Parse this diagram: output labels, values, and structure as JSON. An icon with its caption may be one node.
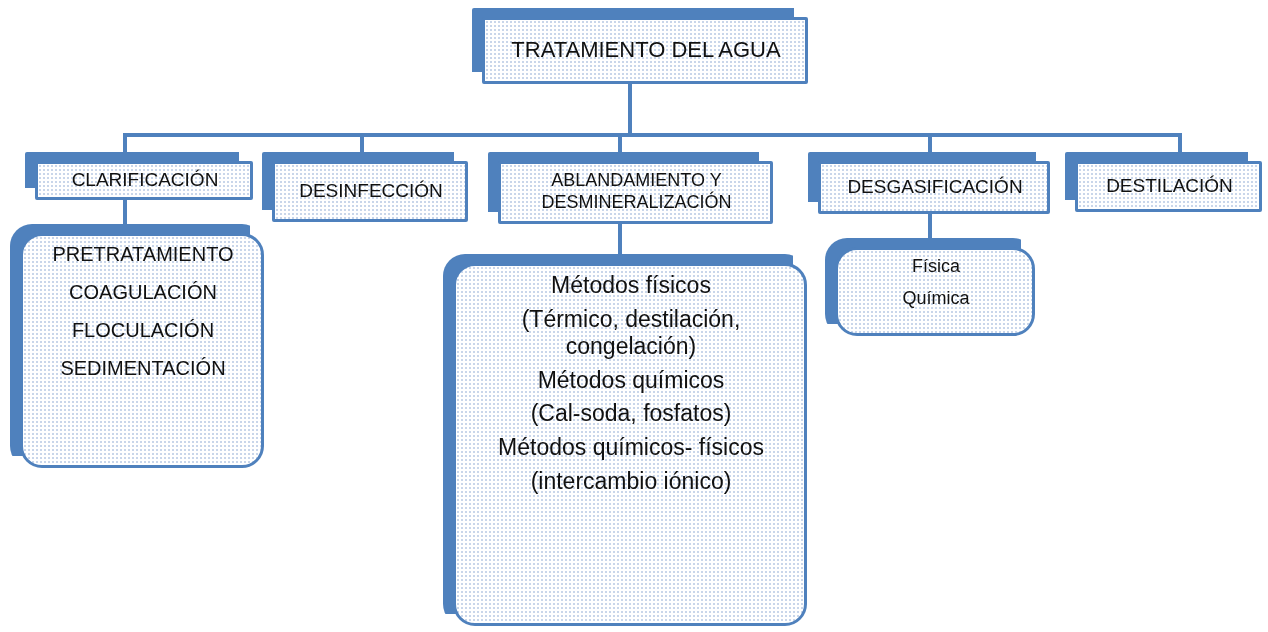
{
  "diagram": {
    "nodes": [
      {
        "text": [
          "TRATAMIENTO DEL AGUA"
        ]
      },
      {
        "text": [
          "CLARIFICACIÓN"
        ]
      },
      {
        "text": [
          "DESINFECCIÓN"
        ]
      },
      {
        "text": [
          "ABLANDAMIENTO  Y DESMINERALIZACIÓN"
        ]
      },
      {
        "text": [
          "DESGASIFICACIÓN"
        ]
      },
      {
        "text": [
          "DESTILACIÓN"
        ]
      },
      {
        "text": [
          "PRETRATAMIENTO",
          "COAGULACIÓN",
          "FLOCULACIÓN",
          "SEDIMENTACIÓN"
        ]
      },
      {
        "text": [
          "Métodos físicos",
          "(Térmico, destilación, congelación)",
          "Métodos químicos",
          "(Cal-soda, fosfatos)",
          "Métodos químicos- físicos",
          "(intercambio iónico)"
        ]
      },
      {
        "text": [
          "Física",
          "Química"
        ]
      }
    ],
    "edges": [
      {
        "from": 0,
        "to": 1,
        "arrow": "none"
      },
      {
        "from": 0,
        "to": 2,
        "arrow": "none"
      },
      {
        "from": 0,
        "to": 3,
        "arrow": "none"
      },
      {
        "from": 0,
        "to": 4,
        "arrow": "none"
      },
      {
        "from": 0,
        "to": 5,
        "arrow": "none"
      },
      {
        "from": 1,
        "to": 6,
        "arrow": "none"
      },
      {
        "from": 3,
        "to": 7,
        "arrow": "none"
      },
      {
        "from": 4,
        "to": 8,
        "arrow": "none"
      }
    ]
  }
}
